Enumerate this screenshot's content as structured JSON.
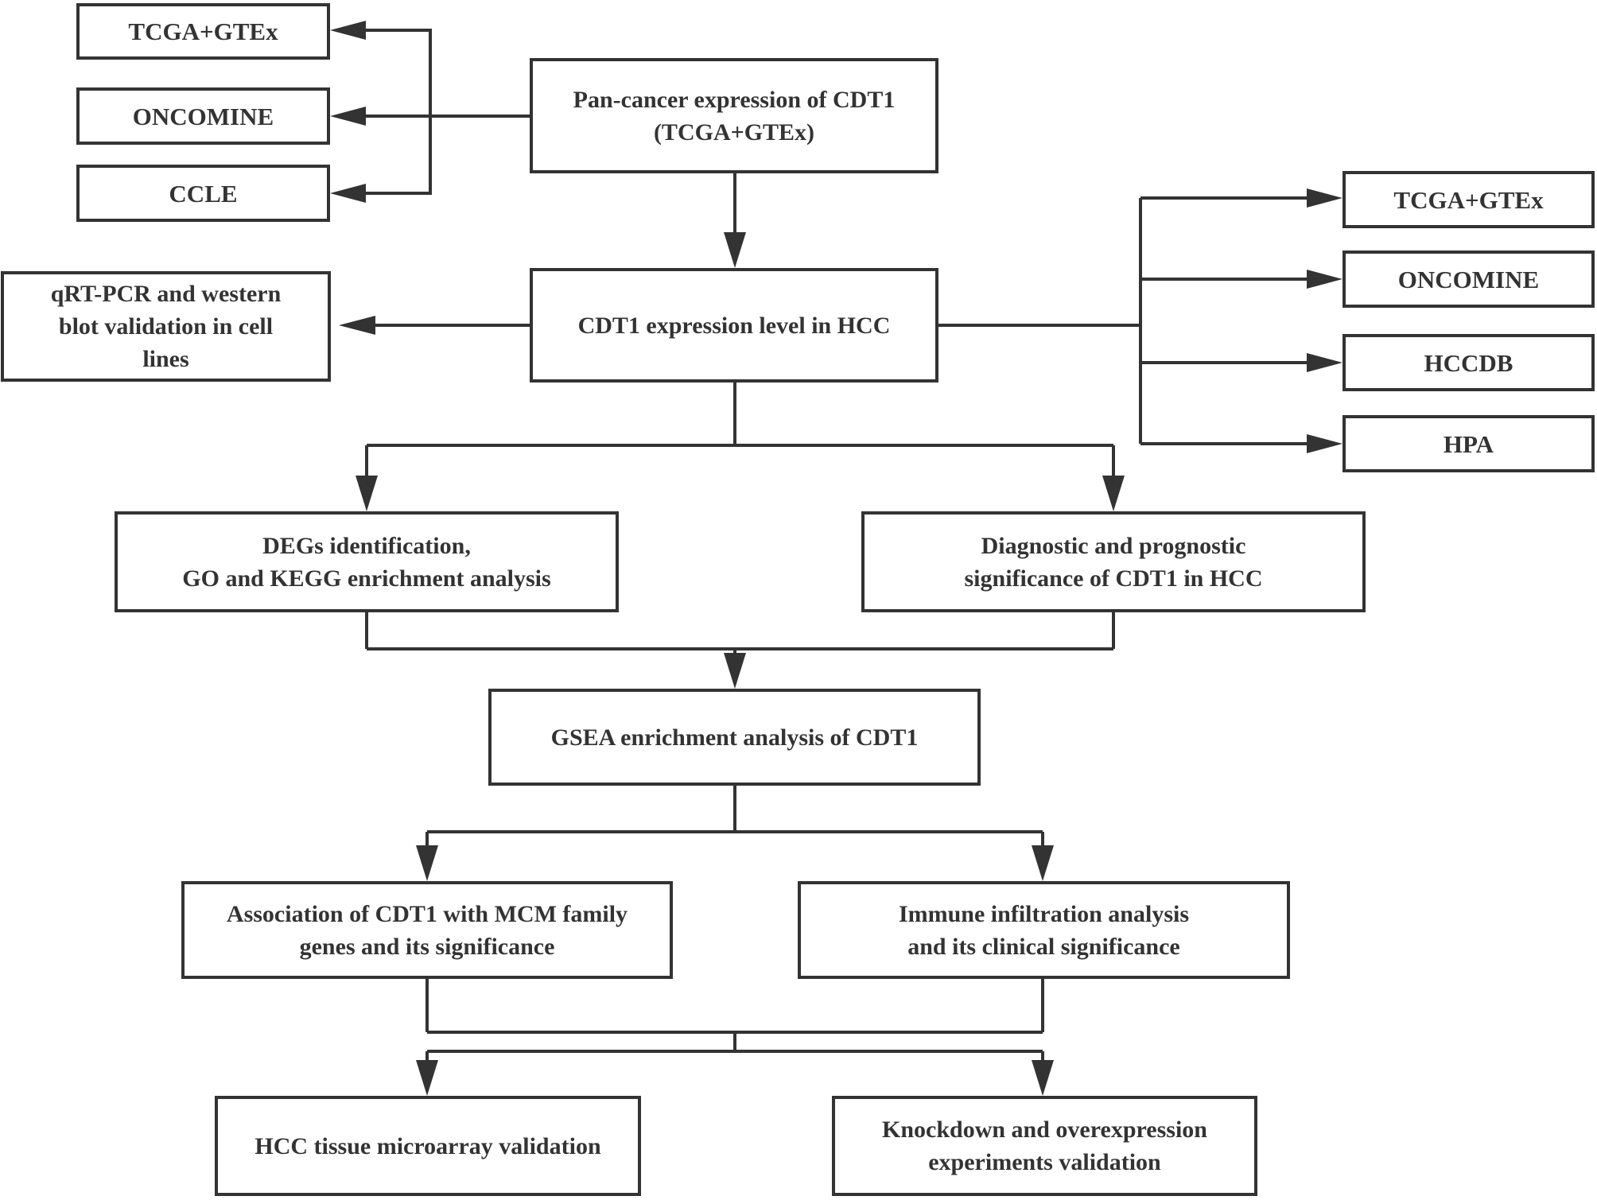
{
  "colors": {
    "line": "#333333",
    "text": "#333333",
    "background": "#ffffff"
  },
  "boxes": {
    "pan_cancer": "Pan-cancer expression of CDT1\n(TCGA+GTEx)",
    "left_tcga_gtex": "TCGA+GTEx",
    "left_oncomine": "ONCOMINE",
    "left_ccle": "CCLE",
    "hcc_expression": "CDT1 expression level in HCC",
    "qrt_pcr": "qRT-PCR and western\nblot validation in cell\nlines",
    "right_tcga_gtex": "TCGA+GTEx",
    "right_oncomine": "ONCOMINE",
    "right_hccdb": "HCCDB",
    "right_hpa": "HPA",
    "degs": "DEGs identification,\nGO and KEGG enrichment analysis",
    "diagnostic": "Diagnostic and prognostic\nsignificance of CDT1 in HCC",
    "gsea": "GSEA enrichment analysis of CDT1",
    "mcm": "Association of CDT1 with MCM family\ngenes and its significance",
    "immune": "Immune infiltration analysis\nand its clinical significance",
    "microarray": "HCC tissue microarray validation",
    "knockdown": "Knockdown and overexpression\nexperiments validation"
  }
}
